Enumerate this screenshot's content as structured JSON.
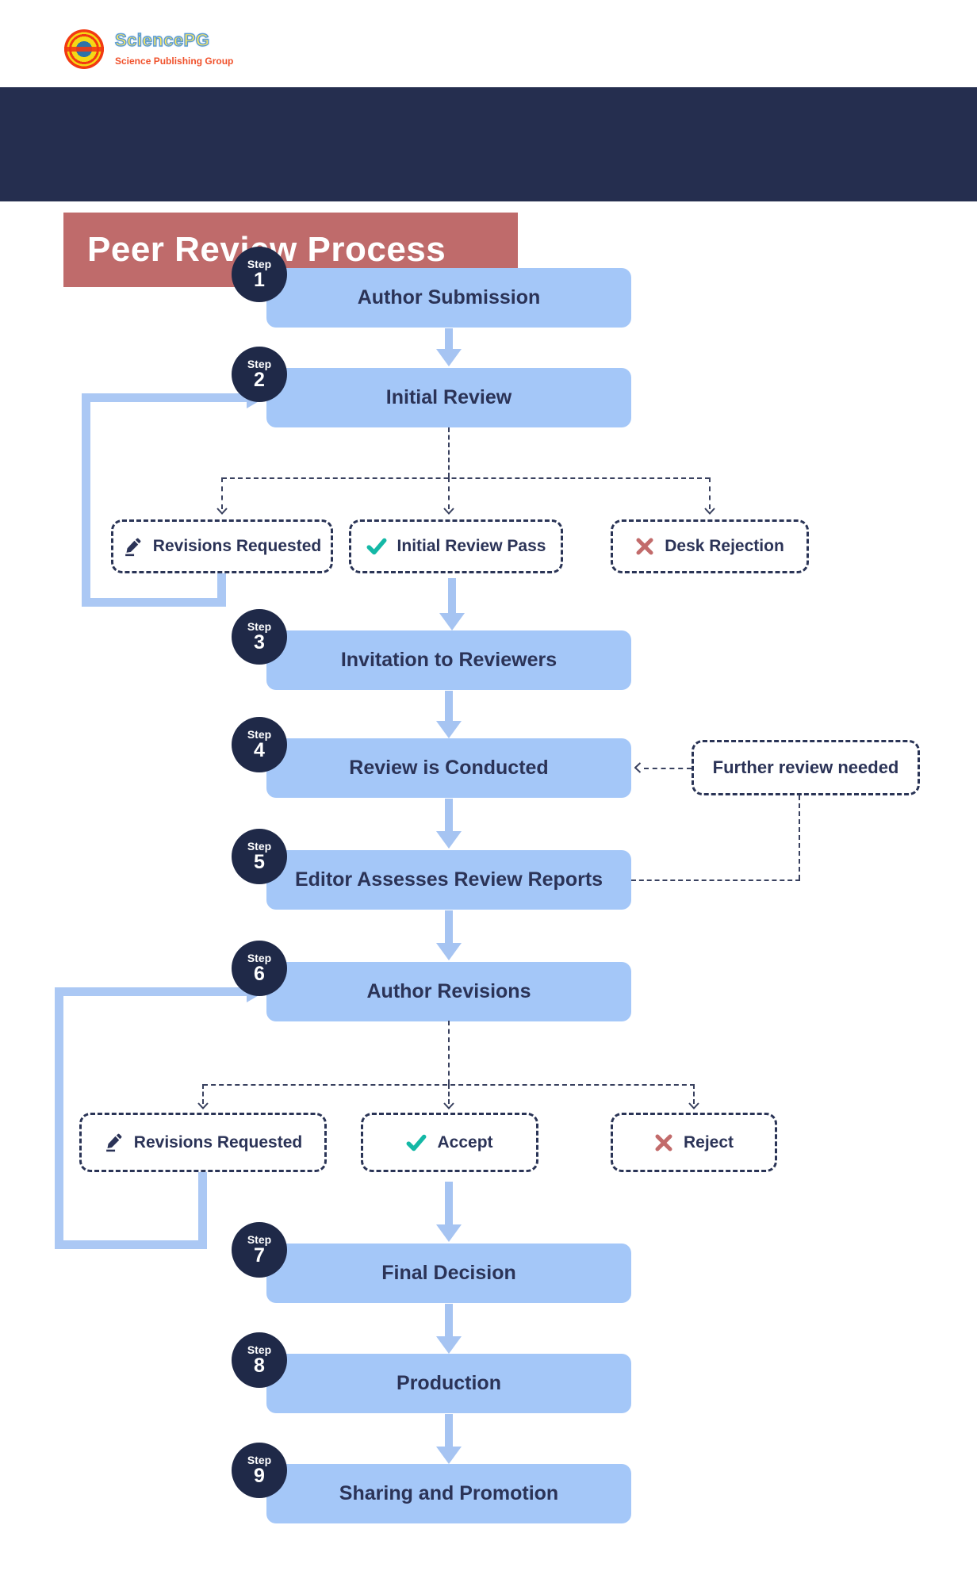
{
  "logo": {
    "name": "SciencePG",
    "tagline": "Science Publishing Group",
    "mark_icon": "sciencepg-globe-icon"
  },
  "title": "Peer Review Process",
  "steps": [
    {
      "step_label": "Step",
      "num": "1",
      "title": "Author Submission"
    },
    {
      "step_label": "Step",
      "num": "2",
      "title": "Initial Review"
    },
    {
      "step_label": "Step",
      "num": "3",
      "title": "Invitation to Reviewers"
    },
    {
      "step_label": "Step",
      "num": "4",
      "title": "Review is Conducted"
    },
    {
      "step_label": "Step",
      "num": "5",
      "title": "Editor Assesses Review Reports"
    },
    {
      "step_label": "Step",
      "num": "6",
      "title": "Author Revisions"
    },
    {
      "step_label": "Step",
      "num": "7",
      "title": "Final Decision"
    },
    {
      "step_label": "Step",
      "num": "8",
      "title": "Production"
    },
    {
      "step_label": "Step",
      "num": "9",
      "title": "Sharing and Promotion"
    }
  ],
  "initial_review_outcomes": [
    {
      "icon": "pencil-icon",
      "label": "Revisions Requested"
    },
    {
      "icon": "check-icon",
      "label": "Initial Review Pass"
    },
    {
      "icon": "cross-icon",
      "label": "Desk Rejection"
    }
  ],
  "revision_outcomes": [
    {
      "icon": "pencil-icon",
      "label": "Revisions Requested"
    },
    {
      "icon": "check-icon",
      "label": "Accept"
    },
    {
      "icon": "cross-icon",
      "label": "Reject"
    }
  ],
  "side_note": {
    "label": "Further review needed"
  },
  "colors": {
    "band_navy": "#252e4f",
    "title_rose": "#bf6b6b",
    "box_blue": "#a4c7f8",
    "arrow_blue": "#a6c4f2",
    "text_navy": "#2b3357",
    "badge_navy": "#1f2948",
    "check_teal": "#14b8a6",
    "cross_rose": "#c26b6b",
    "logo_red": "#f23a12",
    "logo_yellow": "#f5d915",
    "logo_blue": "#2e72a8"
  }
}
